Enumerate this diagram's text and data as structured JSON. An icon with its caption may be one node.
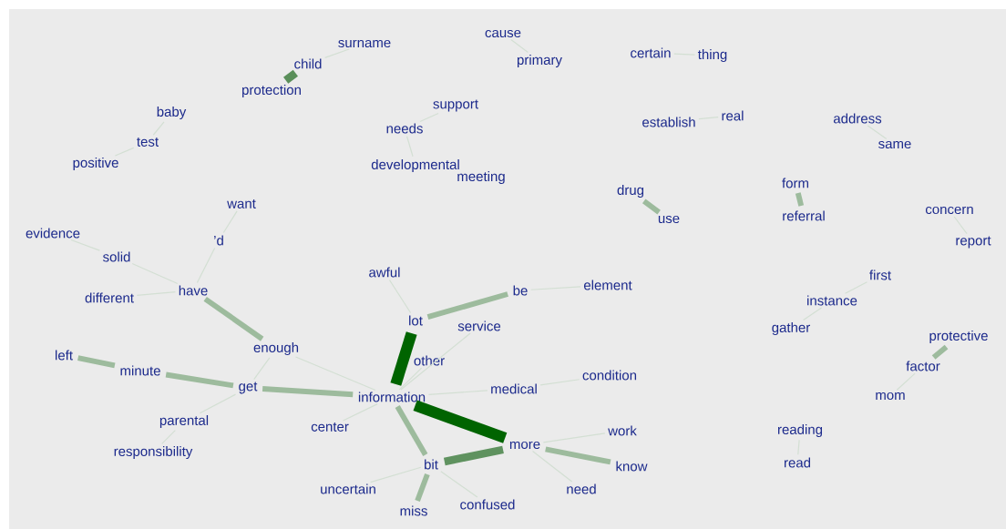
{
  "diagram": {
    "nodes": [
      {
        "text": [
          "surname"
        ]
      },
      {
        "text": [
          "child"
        ]
      },
      {
        "text": [
          "protection"
        ]
      },
      {
        "text": [
          "cause"
        ]
      },
      {
        "text": [
          "primary"
        ]
      },
      {
        "text": [
          "certain"
        ]
      },
      {
        "text": [
          "thing"
        ]
      },
      {
        "text": [
          "baby"
        ]
      },
      {
        "text": [
          "support"
        ]
      },
      {
        "text": [
          "needs"
        ]
      },
      {
        "text": [
          "establish"
        ]
      },
      {
        "text": [
          "real"
        ]
      },
      {
        "text": [
          "address"
        ]
      },
      {
        "text": [
          "same"
        ]
      },
      {
        "text": [
          "test"
        ]
      },
      {
        "text": [
          "positive"
        ]
      },
      {
        "text": [
          "developmental"
        ]
      },
      {
        "text": [
          "meeting"
        ]
      },
      {
        "text": [
          "drug"
        ]
      },
      {
        "text": [
          "use"
        ]
      },
      {
        "text": [
          "form"
        ]
      },
      {
        "text": [
          "referral"
        ]
      },
      {
        "text": [
          "want"
        ]
      },
      {
        "text": [
          "concern"
        ]
      },
      {
        "text": [
          "’d"
        ]
      },
      {
        "text": [
          "evidence"
        ]
      },
      {
        "text": [
          "report"
        ]
      },
      {
        "text": [
          "solid"
        ]
      },
      {
        "text": [
          "first"
        ]
      },
      {
        "text": [
          "awful"
        ]
      },
      {
        "text": [
          "be"
        ]
      },
      {
        "text": [
          "element"
        ]
      },
      {
        "text": [
          "different"
        ]
      },
      {
        "text": [
          "have"
        ]
      },
      {
        "text": [
          "instance"
        ]
      },
      {
        "text": [
          "lot"
        ]
      },
      {
        "text": [
          "service"
        ]
      },
      {
        "text": [
          "gather"
        ]
      },
      {
        "text": [
          "protective"
        ]
      },
      {
        "text": [
          "enough"
        ]
      },
      {
        "text": [
          "left"
        ]
      },
      {
        "text": [
          "minute"
        ]
      },
      {
        "text": [
          "other"
        ]
      },
      {
        "text": [
          "factor"
        ]
      },
      {
        "text": [
          "condition"
        ]
      },
      {
        "text": [
          "get"
        ]
      },
      {
        "text": [
          "information"
        ]
      },
      {
        "text": [
          "medical"
        ]
      },
      {
        "text": [
          "mom"
        ]
      },
      {
        "text": [
          "parental"
        ]
      },
      {
        "text": [
          "center"
        ]
      },
      {
        "text": [
          "work"
        ]
      },
      {
        "text": [
          "reading"
        ]
      },
      {
        "text": [
          "more"
        ]
      },
      {
        "text": [
          "responsibility"
        ]
      },
      {
        "text": [
          "bit"
        ]
      },
      {
        "text": [
          "know"
        ]
      },
      {
        "text": [
          "read"
        ]
      },
      {
        "text": [
          "uncertain"
        ]
      },
      {
        "text": [
          "need"
        ]
      },
      {
        "text": [
          "miss"
        ]
      },
      {
        "text": [
          "confused"
        ]
      }
    ],
    "edges": [
      {
        "from": 1,
        "to": 2,
        "arrow": "none",
        "style": "thick",
        "color": "#5a8f5a"
      },
      {
        "from": 1,
        "to": 0,
        "arrow": "none"
      },
      {
        "from": 3,
        "to": 4,
        "arrow": "none"
      },
      {
        "from": 5,
        "to": 6,
        "arrow": "none"
      },
      {
        "from": 10,
        "to": 11,
        "arrow": "none"
      },
      {
        "from": 12,
        "to": 13,
        "arrow": "none"
      },
      {
        "from": 7,
        "to": 14,
        "arrow": "none"
      },
      {
        "from": 14,
        "to": 15,
        "arrow": "none"
      },
      {
        "from": 8,
        "to": 9,
        "arrow": "none"
      },
      {
        "from": 9,
        "to": 16,
        "arrow": "none"
      },
      {
        "from": 18,
        "to": 19,
        "arrow": "none",
        "style": "thick",
        "color": "#9dbb9d"
      },
      {
        "from": 20,
        "to": 21,
        "arrow": "none",
        "style": "thick",
        "color": "#9dbb9d"
      },
      {
        "from": 23,
        "to": 26,
        "arrow": "none"
      },
      {
        "from": 22,
        "to": 24,
        "arrow": "none"
      },
      {
        "from": 24,
        "to": 33,
        "arrow": "none"
      },
      {
        "from": 25,
        "to": 27,
        "arrow": "none"
      },
      {
        "from": 27,
        "to": 33,
        "arrow": "none"
      },
      {
        "from": 32,
        "to": 33,
        "arrow": "none"
      },
      {
        "from": 33,
        "to": 39,
        "arrow": "none",
        "style": "thick",
        "color": "#9dbb9d"
      },
      {
        "from": 39,
        "to": 45,
        "arrow": "none"
      },
      {
        "from": 39,
        "to": 46,
        "arrow": "none"
      },
      {
        "from": 40,
        "to": 41,
        "arrow": "none",
        "style": "thick",
        "color": "#9dbb9d"
      },
      {
        "from": 41,
        "to": 45,
        "arrow": "none",
        "style": "thick",
        "color": "#9dbb9d"
      },
      {
        "from": 45,
        "to": 46,
        "arrow": "none",
        "style": "thick",
        "color": "#9dbb9d"
      },
      {
        "from": 45,
        "to": 49,
        "arrow": "none"
      },
      {
        "from": 49,
        "to": 54,
        "arrow": "none"
      },
      {
        "from": 29,
        "to": 35,
        "arrow": "none"
      },
      {
        "from": 35,
        "to": 30,
        "arrow": "none",
        "style": "thick",
        "color": "#9dbb9d"
      },
      {
        "from": 30,
        "to": 31,
        "arrow": "none"
      },
      {
        "from": 35,
        "to": 46,
        "arrow": "none",
        "style": "thick",
        "color": "#006400"
      },
      {
        "from": 36,
        "to": 46,
        "arrow": "none"
      },
      {
        "from": 42,
        "to": 46,
        "arrow": "none"
      },
      {
        "from": 46,
        "to": 47,
        "arrow": "none"
      },
      {
        "from": 47,
        "to": 44,
        "arrow": "none"
      },
      {
        "from": 46,
        "to": 50,
        "arrow": "none"
      },
      {
        "from": 46,
        "to": 53,
        "arrow": "none",
        "style": "thick",
        "color": "#006400"
      },
      {
        "from": 46,
        "to": 55,
        "arrow": "none",
        "style": "thick",
        "color": "#9dbb9d"
      },
      {
        "from": 55,
        "to": 53,
        "arrow": "none",
        "style": "thick",
        "color": "#5f925f"
      },
      {
        "from": 55,
        "to": 58,
        "arrow": "none"
      },
      {
        "from": 55,
        "to": 60,
        "arrow": "none",
        "style": "thick",
        "color": "#9dbb9d"
      },
      {
        "from": 55,
        "to": 61,
        "arrow": "none"
      },
      {
        "from": 53,
        "to": 51,
        "arrow": "none"
      },
      {
        "from": 53,
        "to": 56,
        "arrow": "none",
        "style": "thick",
        "color": "#9dbb9d"
      },
      {
        "from": 53,
        "to": 59,
        "arrow": "none"
      },
      {
        "from": 28,
        "to": 34,
        "arrow": "none"
      },
      {
        "from": 34,
        "to": 37,
        "arrow": "none"
      },
      {
        "from": 38,
        "to": 43,
        "arrow": "none",
        "style": "thick",
        "color": "#9dbb9d"
      },
      {
        "from": 43,
        "to": 48,
        "arrow": "none"
      },
      {
        "from": 52,
        "to": 57,
        "arrow": "none"
      }
    ]
  }
}
